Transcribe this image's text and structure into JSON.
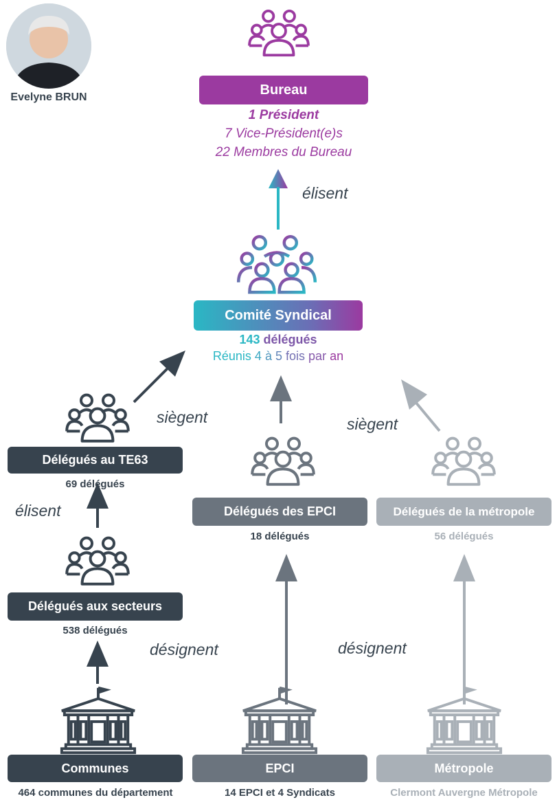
{
  "person": {
    "name": "Evelyne BRUN"
  },
  "bureau": {
    "label": "Bureau",
    "line1": "1 Président",
    "line2": "7 Vice-Président(e)s",
    "line3": "22 Membres du Bureau"
  },
  "comite": {
    "label": "Comité Syndical",
    "count_num": "143",
    "count_word": "délégués",
    "meet_prefix": "Réunis",
    "meet_n1": "4",
    "meet_a": "à",
    "meet_n2": "5",
    "meet_fois": "fois",
    "meet_par": "par",
    "meet_an": "an"
  },
  "verbs": {
    "elisent_top": "élisent",
    "siegent_left": "siègent",
    "siegent_right": "siègent",
    "elisent_left": "élisent",
    "designent_left": "désignent",
    "designent_right": "désignent"
  },
  "delegates_te63": {
    "label": "Délégués au TE63",
    "count": "69 délégués"
  },
  "delegates_secteurs": {
    "label": "Délégués aux secteurs",
    "count": "538 délégués"
  },
  "delegates_epci": {
    "label": "Délégués des EPCI",
    "count": "18 délégués"
  },
  "delegates_metropole": {
    "label": "Délégués de la métropole",
    "count": "56 délégués"
  },
  "communes": {
    "label": "Communes",
    "desc": "464 communes du département"
  },
  "epci": {
    "label": "EPCI",
    "desc": "14 EPCI et 4 Syndicats"
  },
  "metropole": {
    "label": "Métropole",
    "desc": "Clermont Auvergne Métropole"
  },
  "colors": {
    "purple": "#9b3aa0",
    "teal": "#2ab7c4",
    "dark": "#37434e",
    "mid": "#6b747e",
    "light": "#a9b0b7"
  }
}
